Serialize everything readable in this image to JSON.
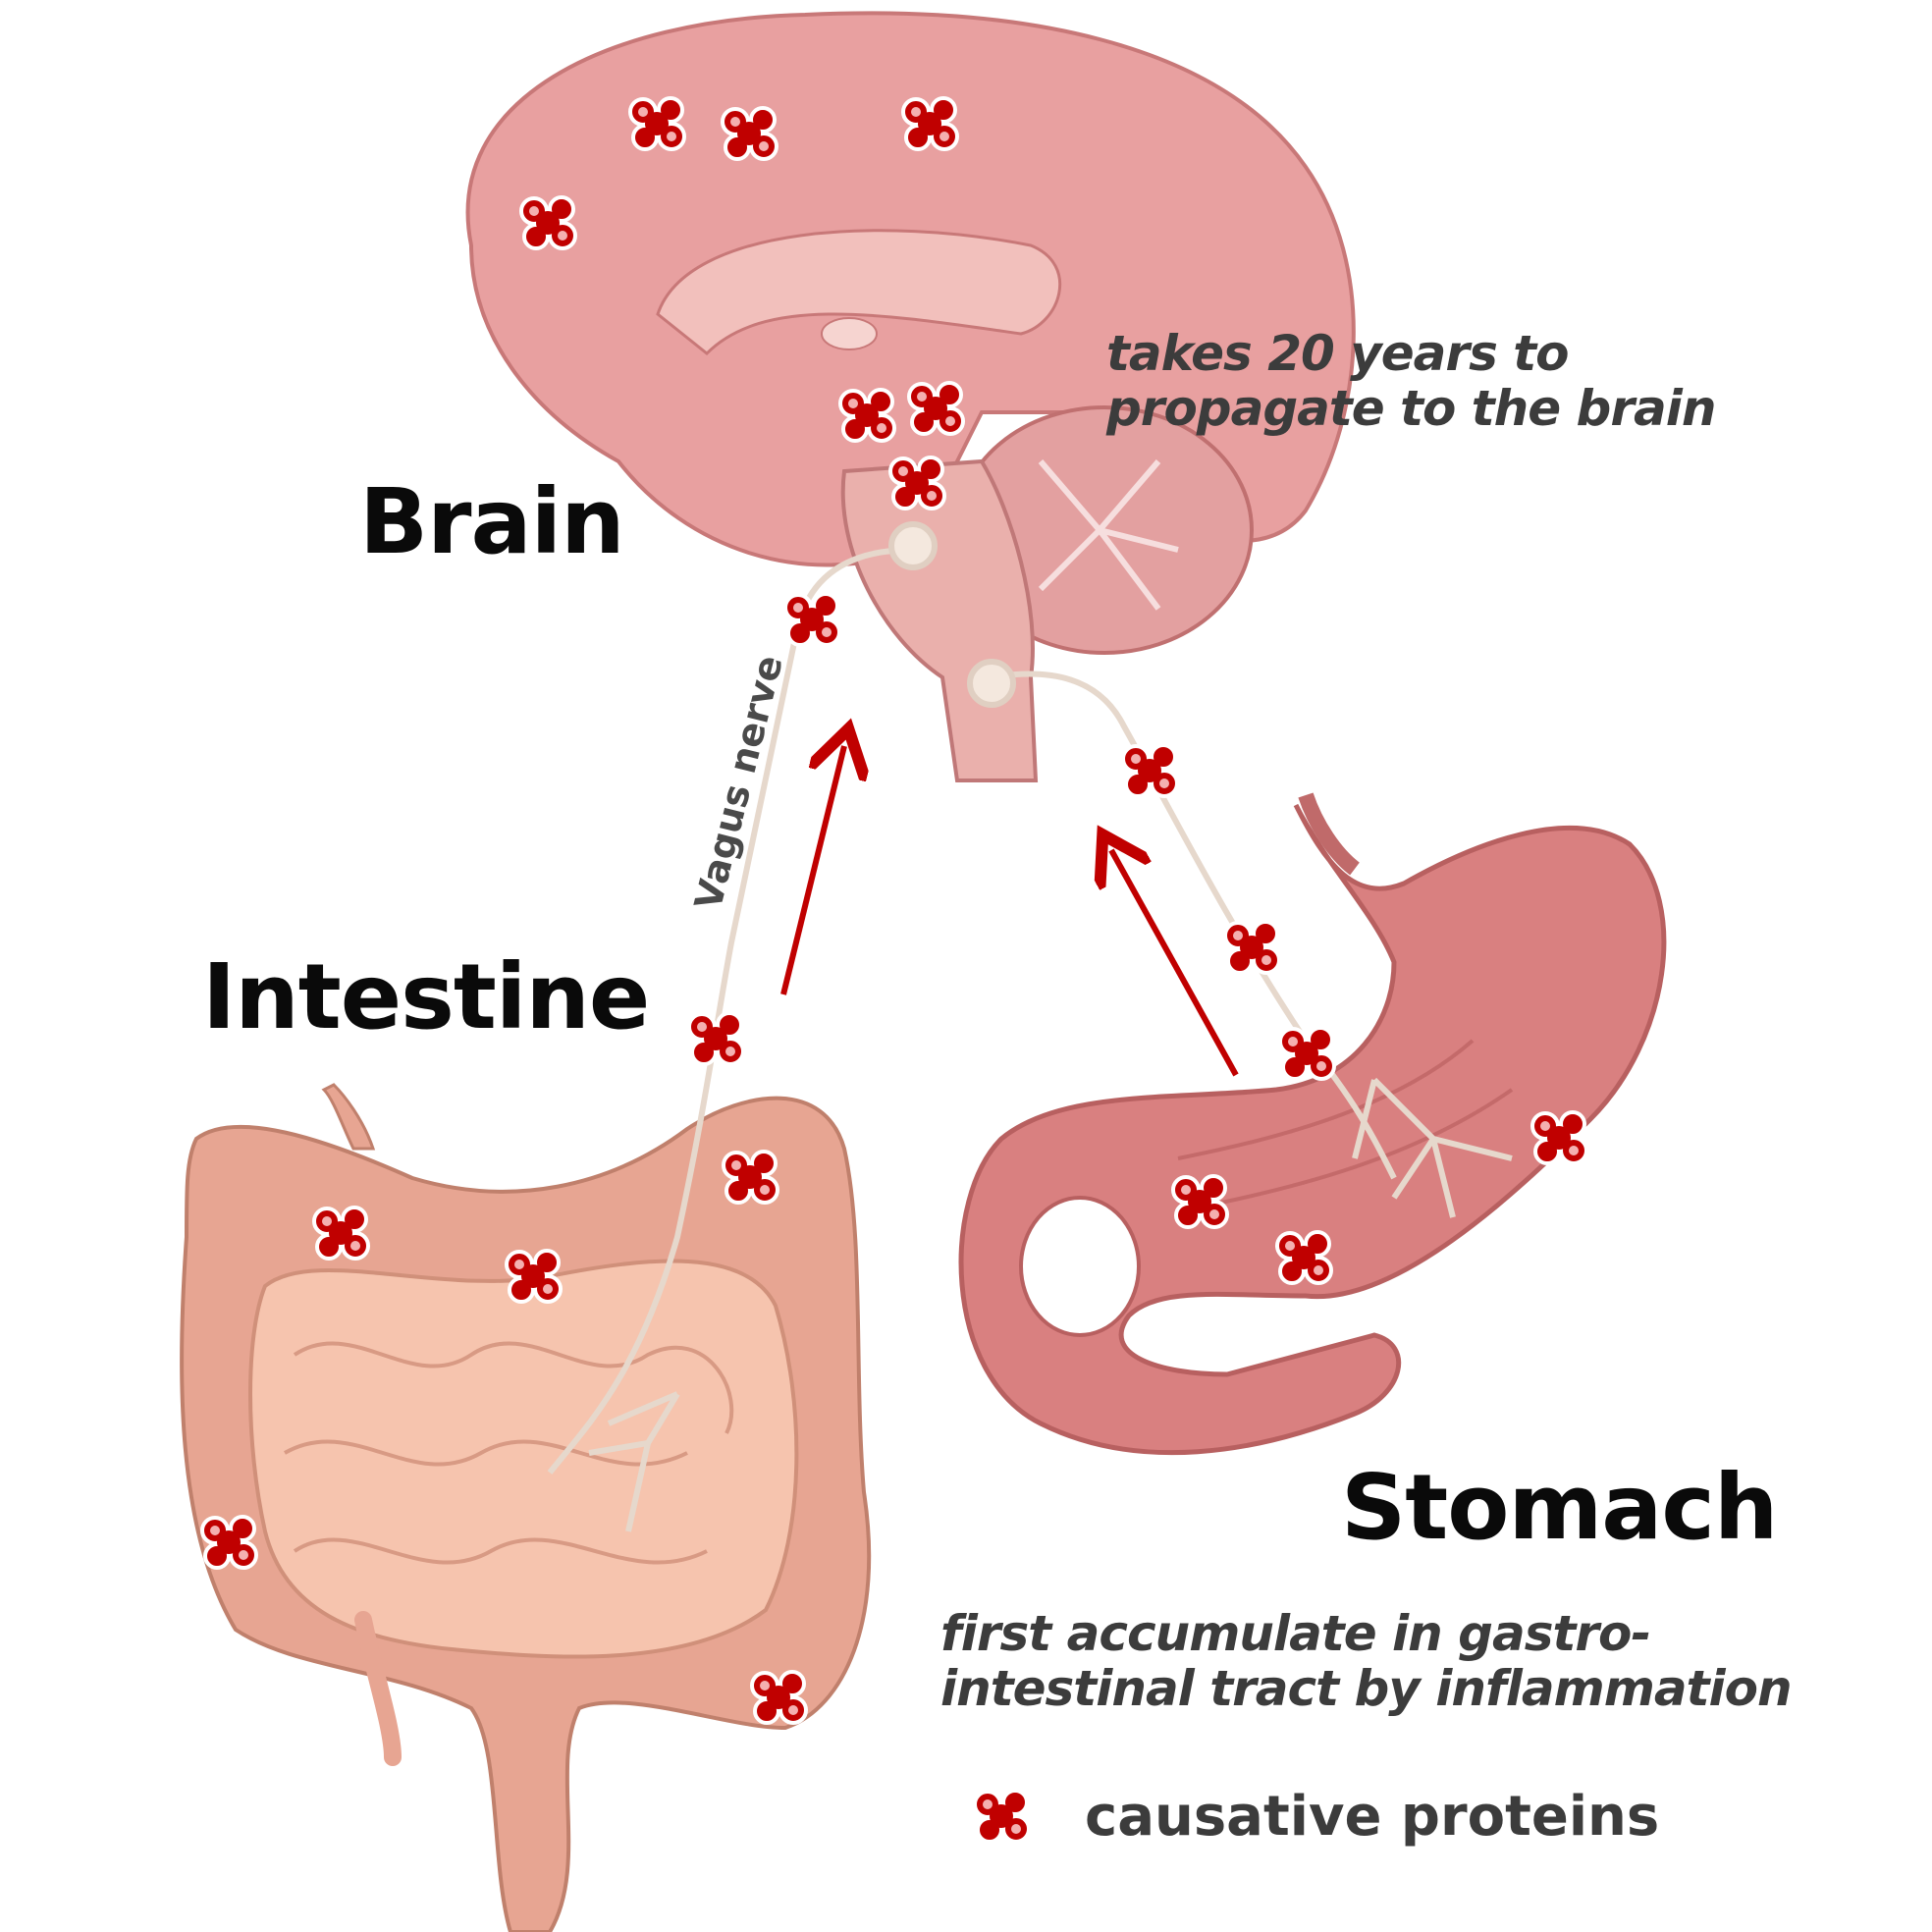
{
  "labels": {
    "brain": "Brain",
    "intestine": "Intestine",
    "stomach": "Stomach",
    "vagus_nerve": "Vagus nerve"
  },
  "notes": {
    "propagate_line1": "takes 20 years to",
    "propagate_line2": "propagate to the brain",
    "accumulate_line1": "first accumulate in gastro-",
    "accumulate_line2": "intestinal tract by inflammation"
  },
  "legend": {
    "icon": "protein-aggregate-icon",
    "label": "causative proteins"
  },
  "colors": {
    "protein": "#c00000",
    "arrow": "#c00000",
    "brain": "#e8a0a0",
    "intestine": "#e7a592",
    "small_intestine": "#f6c4ae",
    "stomach": "#d98080",
    "nerve": "#e8ddd4",
    "text": "#3c3c3c"
  }
}
